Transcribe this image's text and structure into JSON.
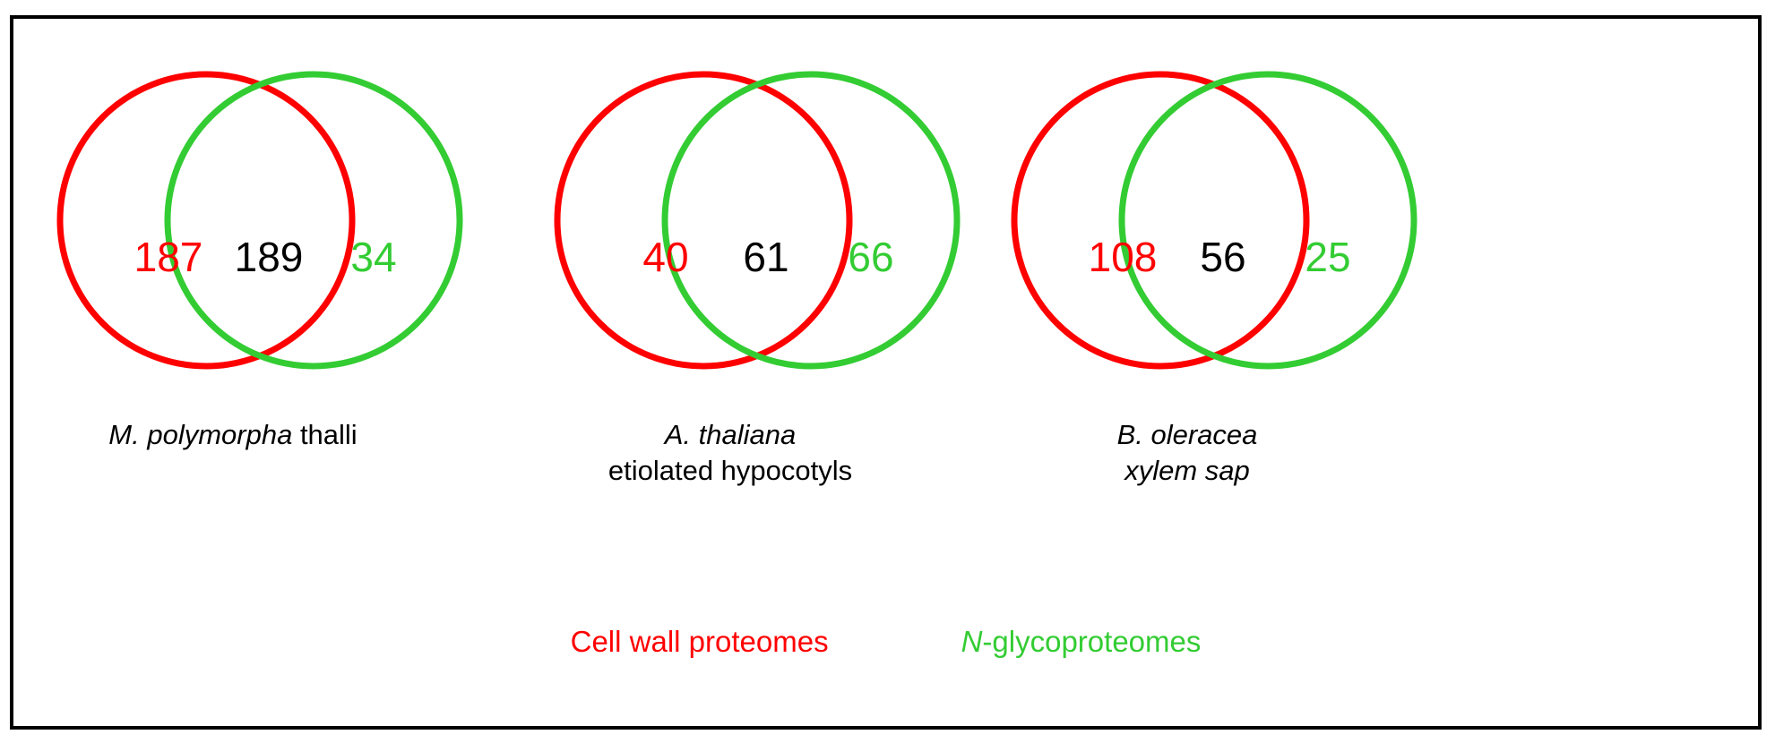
{
  "figure": {
    "background_color": "#ffffff",
    "frame_color": "#000000",
    "red": "#ff0000",
    "green": "#33cc33",
    "black": "#000000"
  },
  "chart_data": {
    "type": "venn",
    "title": "",
    "set_names": [
      "Cell wall proteomes",
      "N-glycoproteomes"
    ],
    "set_colors": [
      "#ff0000",
      "#33cc33"
    ],
    "panels": [
      {
        "caption_lines": [
          {
            "italic": "M. polymorpha",
            "roman": " thalli"
          }
        ],
        "left_only": "187",
        "intersection": "189",
        "right_only": "34",
        "left_only_color": "#ff0000",
        "intersection_color": "#000000",
        "right_only_color": "#33cc33"
      },
      {
        "caption_lines": [
          {
            "italic": "A. thaliana",
            "roman": ""
          },
          {
            "italic": "",
            "roman": "etiolated hypocotyls"
          }
        ],
        "left_only": "40",
        "intersection": "61",
        "right_only": "66",
        "left_only_color": "#ff0000",
        "intersection_color": "#000000",
        "right_only_color": "#33cc33"
      },
      {
        "caption_lines": [
          {
            "italic": "B. oleracea",
            "roman": ""
          },
          {
            "italic": "xylem sap",
            "roman": ""
          }
        ],
        "left_only": "108",
        "intersection": "56",
        "right_only": "25",
        "left_only_color": "#ff0000",
        "intersection_color": "#000000",
        "right_only_color": "#33cc33"
      }
    ]
  },
  "legend": {
    "cell_wall": "Cell wall proteomes",
    "glyco_italic": "N",
    "glyco_rest": "-glycoproteomes"
  }
}
